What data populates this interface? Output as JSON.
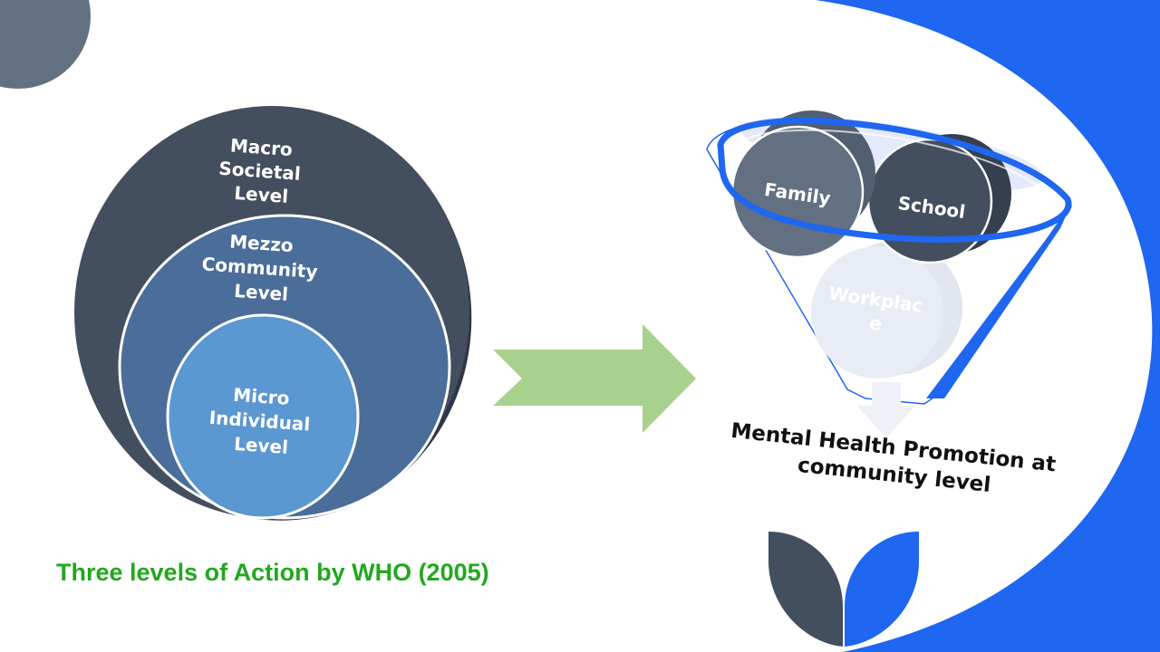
{
  "colors": {
    "macro": "#434e5f",
    "mezzo": "#4a6d99",
    "micro": "#5b97d0",
    "arrow": "#a9d18e",
    "accent_blue": "#1f66f0",
    "slate": "#637081",
    "family": "#637081",
    "school": "#434e5f",
    "workplace": "#e8edf5",
    "caption": "#22a81e"
  },
  "levels": [
    {
      "id": "macro",
      "lines": [
        "Macro",
        "Societal",
        "Level"
      ]
    },
    {
      "id": "mezzo",
      "lines": [
        "Mezzo",
        "Community",
        "Level"
      ]
    },
    {
      "id": "micro",
      "lines": [
        "Micro",
        "Individual",
        "Level"
      ]
    }
  ],
  "arrow": {
    "icon": "right-arrow-icon"
  },
  "funnel": {
    "icon": "funnel-icon",
    "items": [
      {
        "id": "family",
        "label_lines": [
          "Family"
        ]
      },
      {
        "id": "school",
        "label_lines": [
          "School"
        ]
      },
      {
        "id": "workplace",
        "label_lines": [
          "Workplac",
          "e"
        ]
      }
    ],
    "output_icon": "down-arrow-icon",
    "outcome_lines": [
      "Mental Health Promotion at",
      "community level"
    ]
  },
  "caption": "Three levels of Action by WHO (2005)"
}
